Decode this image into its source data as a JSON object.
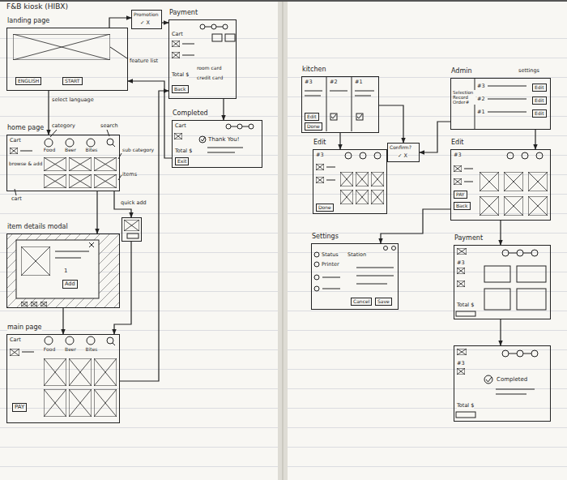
{
  "diagram": {
    "title": "F&B kiosk (HIBX)",
    "nodes": [
      {
        "text": [
          "landing page",
          "ENGLISH",
          "START"
        ]
      },
      {
        "text": [
          "Promotion",
          "✓ X"
        ]
      },
      {
        "text": [
          "Payment",
          "Cart",
          "Total $",
          "Back",
          "room card",
          "credit card"
        ]
      },
      {
        "text": [
          "Completed",
          "Cart",
          "Thank You!",
          "Total $",
          "Exit"
        ]
      },
      {
        "text": [
          "home page",
          "Cart",
          "Food",
          "Beer",
          "Bites",
          "browse & add"
        ]
      },
      {
        "text": [
          "quick add"
        ]
      },
      {
        "text": [
          "item details modal",
          "1",
          "Add"
        ]
      },
      {
        "text": [
          "main page",
          "Cart",
          "Food",
          "Beer",
          "Bites",
          "PAY"
        ]
      },
      {
        "text": [
          "kitchen",
          "#3",
          "#2",
          "#1",
          "Edit",
          "Done"
        ]
      },
      {
        "text": [
          "Admin",
          "#3",
          "#2",
          "#1",
          "Selection Record Order#",
          "Edit",
          "Edit",
          "Edit"
        ]
      },
      {
        "text": [
          "Confirm?",
          "✓ X"
        ]
      },
      {
        "text": [
          "Edit",
          "#3",
          "Done"
        ]
      },
      {
        "text": [
          "Edit",
          "#3",
          "PAY",
          "Back"
        ]
      },
      {
        "text": [
          "Settings",
          "Status",
          "Station",
          "Printer",
          "Cancel",
          "Save"
        ]
      },
      {
        "text": [
          "Payment",
          "#3",
          "Total $"
        ]
      },
      {
        "text": [
          "#3",
          "Completed",
          "Total $"
        ]
      }
    ],
    "edges": [
      {
        "from": 0,
        "to": 4,
        "arrow": "to"
      },
      {
        "from": 0,
        "to": 1,
        "arrow": "to"
      },
      {
        "from": 1,
        "to": 2,
        "arrow": "to"
      },
      {
        "from": 2,
        "to": 3,
        "arrow": "to"
      },
      {
        "from": 3,
        "to": 0,
        "arrow": "to"
      },
      {
        "from": 4,
        "to": 6,
        "arrow": "to"
      },
      {
        "from": 4,
        "to": 5,
        "arrow": "to"
      },
      {
        "from": 6,
        "to": 7,
        "arrow": "to"
      },
      {
        "from": 5,
        "to": 7,
        "arrow": "to"
      },
      {
        "from": 7,
        "to": 2,
        "arrow": "to"
      },
      {
        "from": 8,
        "to": 10,
        "arrow": "to"
      },
      {
        "from": 8,
        "to": 11,
        "arrow": "to"
      },
      {
        "from": 9,
        "to": 10,
        "arrow": "to"
      },
      {
        "from": 9,
        "to": 12,
        "arrow": "to"
      },
      {
        "from": 12,
        "to": 14,
        "arrow": "to"
      },
      {
        "from": 14,
        "to": 15,
        "arrow": "to"
      },
      {
        "from": 12,
        "to": 13,
        "arrow": "to"
      }
    ],
    "labels": [
      "feature list",
      "select language",
      "category",
      "search",
      "sub category",
      "items",
      "cart",
      "settings"
    ]
  }
}
